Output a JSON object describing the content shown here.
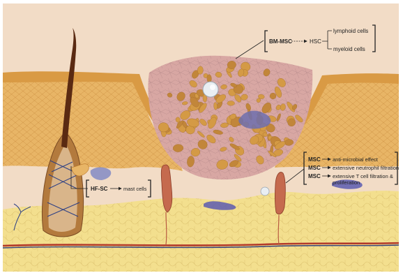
{
  "colors": {
    "background": "#f2dcc6",
    "epidermis": "#d99a44",
    "dermis": "#e8b566",
    "fat": "#f3df8e",
    "wound": "#d8a7a3",
    "vessel": "#b85a40"
  },
  "labels": {
    "bm": {
      "source": "BM-MSC",
      "target": "HSC",
      "branch_top": "lymphoid cells",
      "branch_bottom": "myeloid cells"
    },
    "hf": {
      "source": "HF-SC",
      "target": "mast cells"
    },
    "msc": {
      "effects": [
        {
          "source": "MSC",
          "text": "anti-microbial effect"
        },
        {
          "source": "MSC",
          "text": "extensive neutrophil filtration"
        },
        {
          "source": "MSC",
          "text": "extensive T cell filtration &",
          "continuation": "proliferation"
        }
      ]
    }
  }
}
